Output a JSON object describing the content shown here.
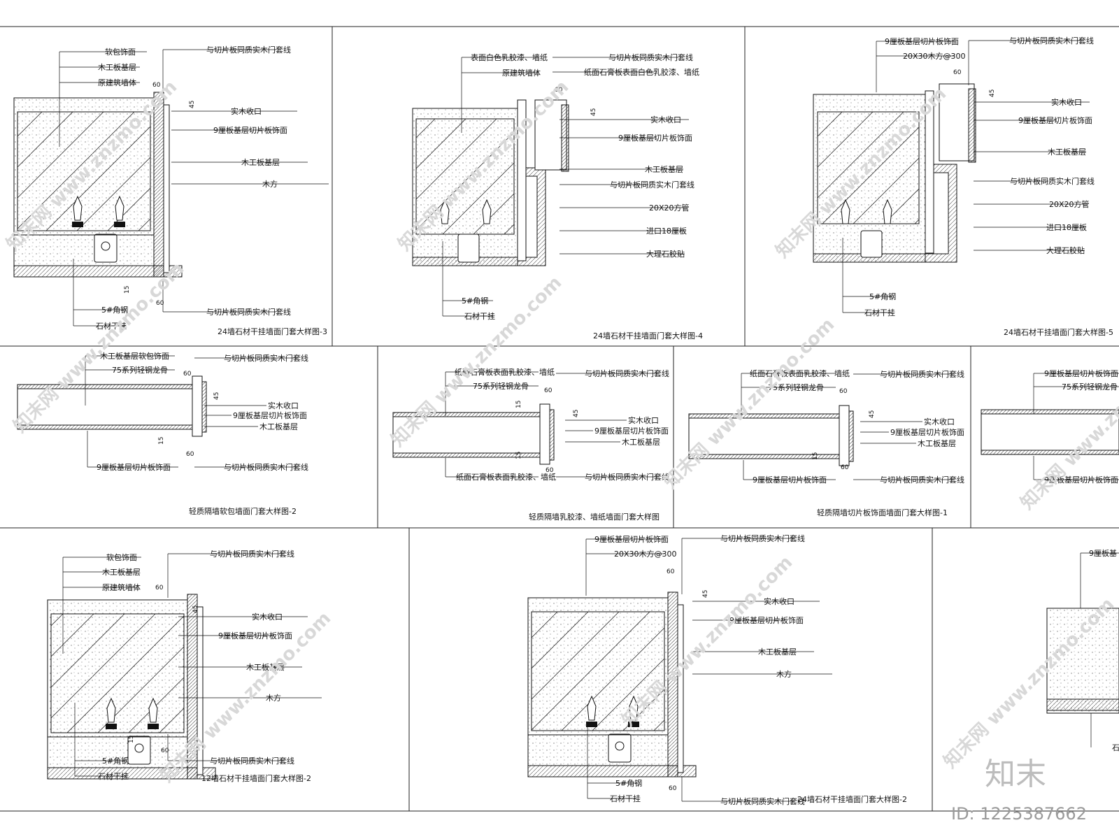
{
  "details": [
    {
      "title": "24墙石材干挂墙面门套大样图-3",
      "labels": [
        "软包饰面",
        "木工板基层",
        "原建筑墙体",
        "与切片板同质实木门套线",
        "实木收口",
        "9厘板基层切片板饰面",
        "木工板基层",
        "木方",
        "与切片板同质实木门套线",
        "5#角钢",
        "石材干挂"
      ],
      "dims": [
        "60",
        "45",
        "15",
        "60"
      ]
    },
    {
      "title": "24墙石材干挂墙面门套大样图-4",
      "labels": [
        "表面白色乳胶漆、墙纸",
        "原建筑墙体",
        "与切片板同质实木门套线",
        "纸面石膏板表面白色乳胶漆、墙纸",
        "实木收口",
        "9厘板基层切片板饰面",
        "木工板基层",
        "与切片板同质实木门套线",
        "20X20方管",
        "进口18厘板",
        "大理石胶贴",
        "5#角钢",
        "石材干挂"
      ],
      "dims": [
        "60",
        "45"
      ]
    },
    {
      "title": "24墙石材干挂墙面门套大样图-5",
      "labels": [
        "9厘板基层切片板饰面",
        "20X30木方@300",
        "与切片板同质实木门套线",
        "实木收口",
        "9厘板基层切片板饰面",
        "木工板基层",
        "与切片板同质实木门套线",
        "20X20方管",
        "进口18厘板",
        "大理石胶贴",
        "5#角钢",
        "石材干挂"
      ],
      "dims": [
        "60",
        "45"
      ]
    },
    {
      "title": "轻质隔墙软包墙面门套大样图-2",
      "labels": [
        "木工板基层软包饰面",
        "75系列轻钢龙骨",
        "与切片板同质实木门套线",
        "实木收口",
        "9厘板基层切片板饰面",
        "木工板基层",
        "9厘板基层切片板饰面",
        "与切片板同质实木门套线"
      ],
      "dims": [
        "60",
        "45",
        "15",
        "60"
      ]
    },
    {
      "title": "轻质隔墙乳胶漆、墙纸墙面门套大样图",
      "labels": [
        "纸面石膏板表面乳胶漆、墙纸",
        "75系列轻钢龙骨",
        "与切片板同质实木门套线",
        "实木收口",
        "9厘板基层切片板饰面",
        "木工板基层",
        "纸面石膏板表面乳胶漆、墙纸",
        "与切片板同质实木门套线"
      ],
      "dims": [
        "60",
        "45",
        "15",
        "15",
        "60"
      ]
    },
    {
      "title": "轻质隔墙切片板饰面墙面门套大样图-1",
      "labels": [
        "纸面石膏板表面乳胶漆、墙纸",
        "75系列轻钢龙骨",
        "与切片板同质实木门套线",
        "实木收口",
        "9厘板基层切片板饰面",
        "木工板基层",
        "9厘板基层切片板饰面",
        "与切片板同质实木门套线"
      ],
      "dims": [
        "60",
        "45",
        "15",
        "60"
      ]
    },
    {
      "title": "",
      "labels": [
        "9厘板基层切片板饰面",
        "75系列轻钢龙骨",
        "9厘板基层切片板饰面"
      ],
      "dims": []
    },
    {
      "title": "12墙石材干挂墙面门套大样图-2",
      "labels": [
        "软包饰面",
        "木工板基层",
        "原建筑墙体",
        "与切片板同质实木门套线",
        "实木收口",
        "9厘板基层切片板饰面",
        "木工板基层",
        "木方",
        "5#角钢",
        "与切片板同质实木门套线",
        "石材干挂"
      ],
      "dims": [
        "60",
        "45",
        "15",
        "60"
      ]
    },
    {
      "title": "24墙石材干挂墙面门套大样图-2",
      "labels": [
        "9厘板基层切片板饰面",
        "20X30木方@300",
        "与切片板同质实木门套线",
        "实木收口",
        "9厘板基层切片板饰面",
        "木工板基层",
        "木方",
        "5#角钢",
        "石材干挂",
        "与切片板同质实木门套线"
      ],
      "dims": [
        "60",
        "45",
        "60"
      ]
    },
    {
      "title": "",
      "labels": [
        "9厘板基",
        "石"
      ],
      "dims": []
    }
  ],
  "watermark": {
    "site": "www.znzmo.com",
    "brand_cn": "知末网",
    "brand": "知末",
    "id": "ID: 1225387662"
  },
  "colors": {
    "line": "#111111",
    "watermark": "#d6d6d6"
  }
}
